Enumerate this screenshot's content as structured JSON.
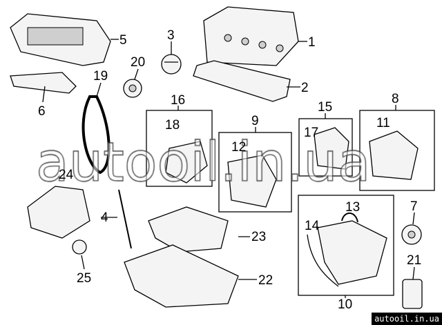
{
  "callouts": {
    "c1": "1",
    "c2": "2",
    "c3": "3",
    "c4": "4",
    "c5": "5",
    "c6": "6",
    "c7": "7",
    "c8": "8",
    "c9": "9",
    "c10": "10",
    "c11": "11",
    "c12": "12",
    "c13": "13",
    "c14": "14",
    "c15": "15",
    "c16": "16",
    "c17": "17",
    "c18": "18",
    "c19": "19",
    "c20": "20",
    "c21": "21",
    "c22": "22",
    "c23": "23",
    "c24": "24",
    "c25": "25"
  },
  "watermark": "autooil.in.ua",
  "badge": "autooil.in.ua"
}
